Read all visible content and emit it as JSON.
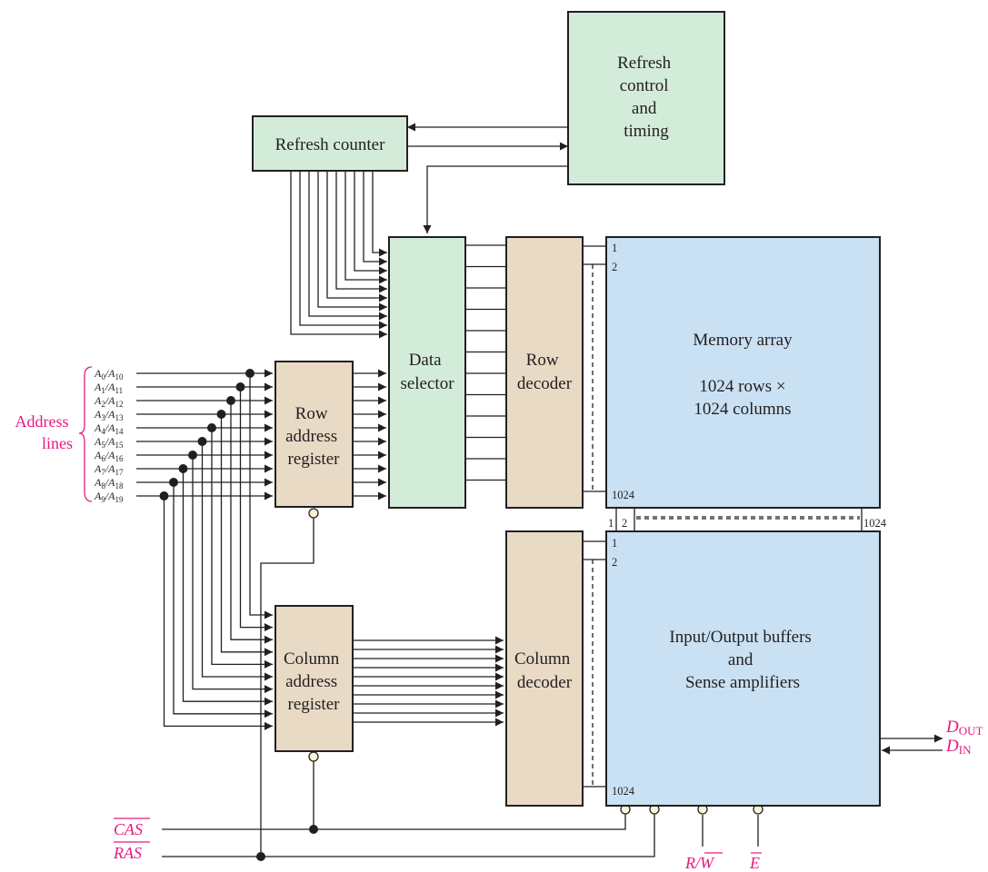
{
  "blocks": {
    "refresh_control": [
      "Refresh",
      "control",
      "and",
      "timing"
    ],
    "refresh_counter": "Refresh counter",
    "data_selector": [
      "Data",
      "selector"
    ],
    "row_decoder": [
      "Row",
      "decoder"
    ],
    "row_address_register": [
      "Row",
      "address",
      "register"
    ],
    "column_address_register": [
      "Column",
      "address",
      "register"
    ],
    "column_decoder": [
      "Column",
      "decoder"
    ],
    "memory_array": {
      "title": "Memory array",
      "size_line1": "1024 rows ×",
      "size_line2": "1024 columns"
    },
    "io_buffers": [
      "Input/Output buffers",
      "and",
      "Sense amplifiers"
    ]
  },
  "pins": {
    "first": "1",
    "second": "2",
    "last": "1024"
  },
  "address_lines": {
    "label": [
      "Address",
      "lines"
    ],
    "lines": [
      {
        "a": "0",
        "b": "10"
      },
      {
        "a": "1",
        "b": "11"
      },
      {
        "a": "2",
        "b": "12"
      },
      {
        "a": "3",
        "b": "13"
      },
      {
        "a": "4",
        "b": "14"
      },
      {
        "a": "5",
        "b": "15"
      },
      {
        "a": "6",
        "b": "16"
      },
      {
        "a": "7",
        "b": "17"
      },
      {
        "a": "8",
        "b": "18"
      },
      {
        "a": "9",
        "b": "19"
      }
    ]
  },
  "signals": {
    "cas": "CAS",
    "ras": "RAS",
    "rw_r": "R/",
    "rw_w": "W",
    "enable": "E",
    "d_out": "D",
    "d_out_sub": "OUT",
    "d_in": "D",
    "d_in_sub": "IN"
  },
  "colors": {
    "refresh_green": "#d3ecd9",
    "register_tan": "#e8dac4",
    "memory_blue": "#c9e1f3",
    "signal_magenta": "#e6197f",
    "line": "#231f20"
  }
}
